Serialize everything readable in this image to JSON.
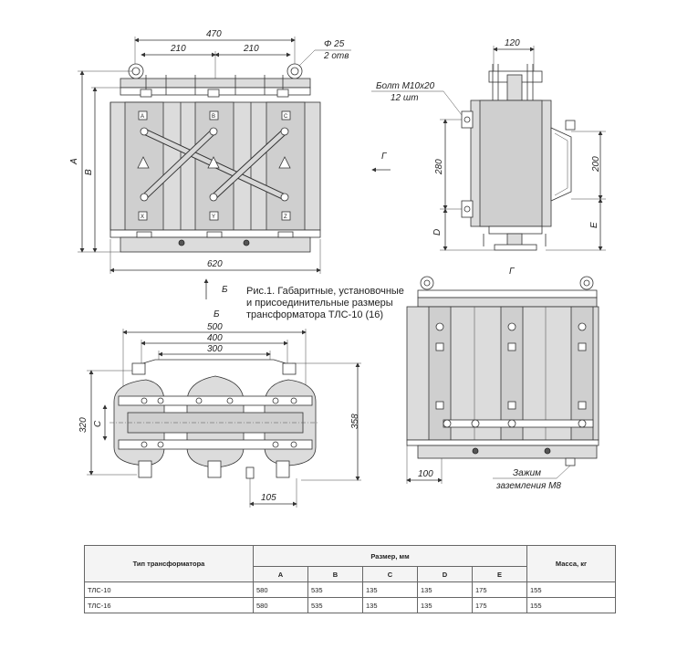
{
  "front_view": {
    "dims": {
      "overall_width": "470",
      "pitch_left": "210",
      "pitch_right": "210",
      "base_width": "620",
      "height_a": "A",
      "height_b": "B"
    },
    "hole_note_line1": "Φ 25",
    "hole_note_line2": "2 отв",
    "phase_labels": [
      "A",
      "B",
      "C"
    ],
    "phase_labels_bottom": [
      "X",
      "Y",
      "Z"
    ]
  },
  "side_view": {
    "dims": {
      "top_width": "120",
      "height_280": "280",
      "height_200": "200",
      "d": "D",
      "e": "E"
    },
    "bolt_note_line1": "Болт М10х20",
    "bolt_note_line2": "12 шт",
    "view_arrow": "Г"
  },
  "view_b_arrow": "Б",
  "caption": {
    "line1": "Рис.1. Габаритные, установочные",
    "line2": "и присоединительные размеры",
    "line3": "трансформатора ТЛС-10 (16)"
  },
  "top_view": {
    "title": "Б",
    "dims": {
      "w500": "500",
      "w400": "400",
      "w300": "300",
      "h320": "320",
      "c": "C",
      "h358": "358",
      "w105": "105"
    }
  },
  "view_g": {
    "title": "Г",
    "dims": {
      "w100": "100"
    },
    "ground_note_line1": "Зажим",
    "ground_note_line2": "заземления М8"
  },
  "table": {
    "col_type": "Тип трансформатора",
    "col_size": "Размер, мм",
    "col_mass": "Масса, кг",
    "size_cols": [
      "A",
      "B",
      "C",
      "D",
      "E"
    ],
    "rows": [
      {
        "type": "ТЛС-10",
        "values": [
          "580",
          "535",
          "135",
          "135",
          "175"
        ],
        "mass": "155"
      },
      {
        "type": "ТЛС-16",
        "values": [
          "580",
          "535",
          "135",
          "135",
          "175"
        ],
        "mass": "155"
      }
    ]
  }
}
